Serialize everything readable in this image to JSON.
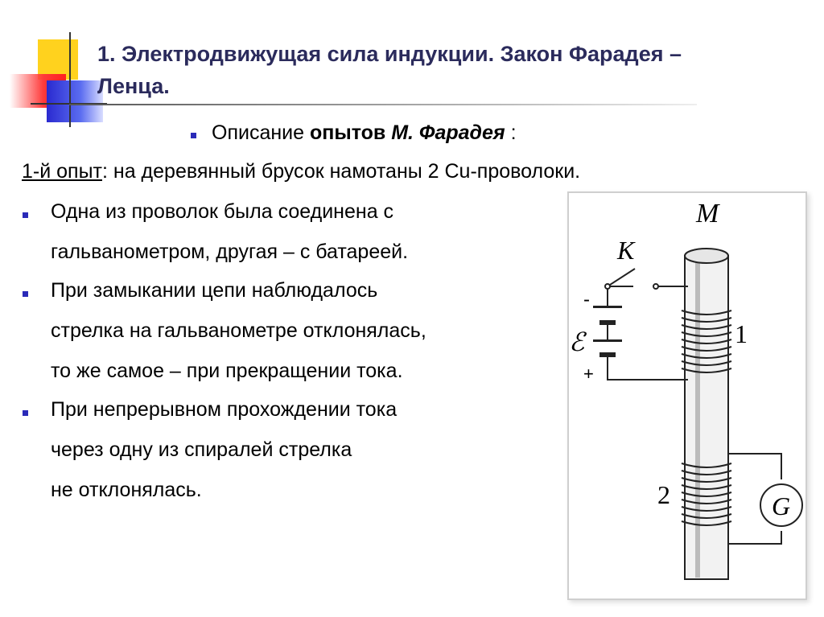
{
  "slide": {
    "title": "1. Электродвижущая сила индукции. Закон Фарадея – Ленца.",
    "subtitle": {
      "prefix": "Описание ",
      "bold": "опытов ",
      "bold_italic": "М. Фарадея",
      "suffix": " :"
    },
    "experiment": {
      "label": "1-й опыт",
      "colon": ":",
      "text": "  на деревянный брусок намотаны 2 Cu-проволоки."
    },
    "bullets": [
      {
        "lines": [
          " Одна из проволок была соединена с",
          "гальванометром, другая – с батареей."
        ]
      },
      {
        "lines": [
          "При замыкании цепи наблюдалось",
          "стрелка на гальванометре отклонялась,",
          "то же самое – при прекращении тока."
        ]
      },
      {
        "lines": [
          "При непрерывном прохождении тока",
          "через одну из спиралей стрелка",
          "не отклонялась."
        ]
      }
    ],
    "figure": {
      "label_M": "M",
      "label_K": "K",
      "label_emf": "ℰ",
      "label_minus": "-",
      "label_plus": "+",
      "label_coil1": "1",
      "label_coil2": "2",
      "label_G": "G"
    }
  }
}
